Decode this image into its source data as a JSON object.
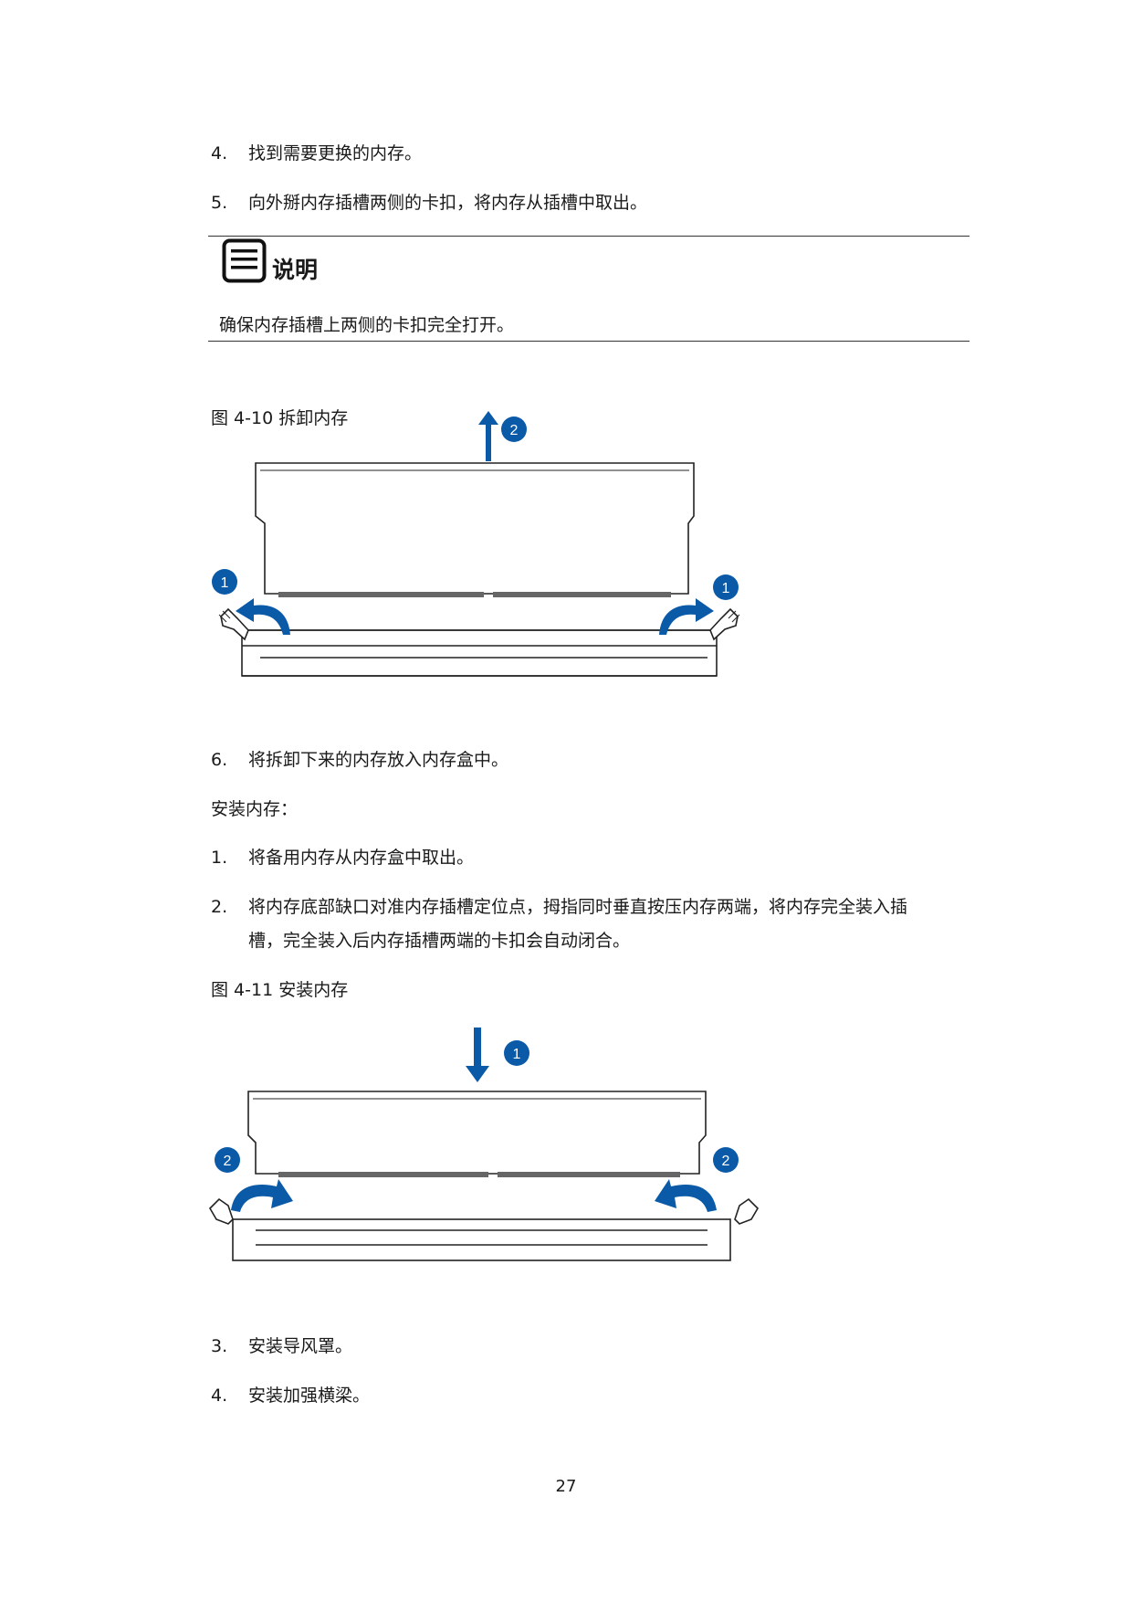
{
  "remove_steps": [
    {
      "num": "4.",
      "text": "找到需要更换的内存。"
    },
    {
      "num": "5.",
      "text": "向外掰内存插槽两侧的卡扣，将内存从插槽中取出。"
    }
  ],
  "note": {
    "title": "说明",
    "text": "确保内存插槽上两侧的卡扣完全打开。",
    "icon": "note-icon"
  },
  "figure_remove": {
    "caption": "图 4-10  拆卸内存",
    "callouts": [
      "1",
      "2",
      "1"
    ]
  },
  "step6": {
    "num": "6.",
    "text": "将拆卸下来的内存放入内存盒中。"
  },
  "install_heading": "安装内存：",
  "install_steps": [
    {
      "num": "1.",
      "text": "将备用内存从内存盒中取出。"
    },
    {
      "num": "2.",
      "text": "将内存底部缺口对准内存插槽定位点，拇指同时垂直按压内存两端，将内存完全装入插",
      "text2": "槽，完全装入后内存插槽两端的卡扣会自动闭合。"
    }
  ],
  "figure_install": {
    "caption": "图 4-11  安装内存",
    "callouts": [
      "1",
      "2",
      "2"
    ]
  },
  "final_steps": [
    {
      "num": "3.",
      "text": "安装导风罩。"
    },
    {
      "num": "4.",
      "text": "安装加强横梁。"
    }
  ],
  "page_number": "27",
  "colors": {
    "accent": "#0a5aa8",
    "line": "#333333",
    "text": "#1a1a1a"
  }
}
